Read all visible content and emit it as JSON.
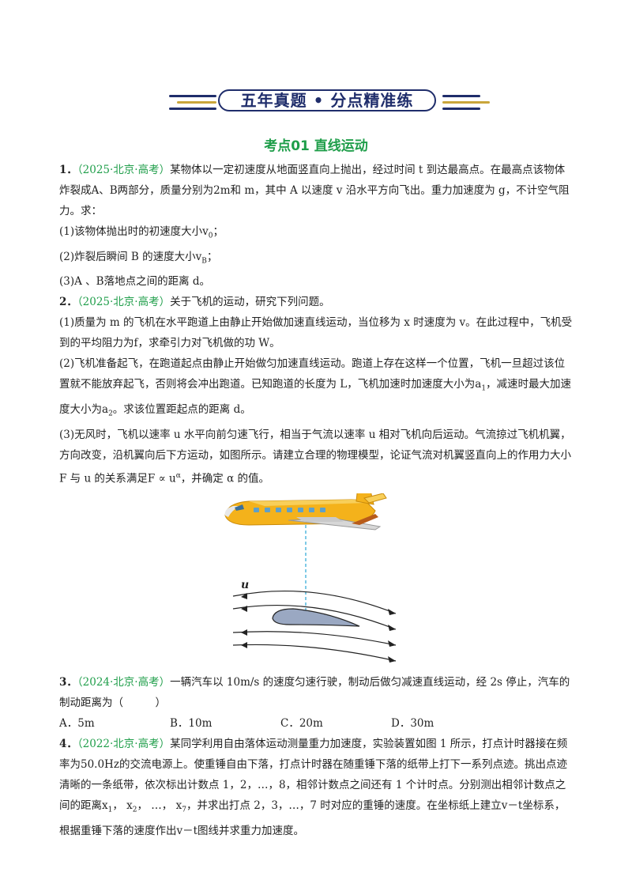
{
  "banner": {
    "title": "五年真题 • 分点精准练"
  },
  "section": {
    "title": "考点01  直线运动"
  },
  "q1": {
    "num": "1．",
    "source": "（2025·北京·高考）",
    "stem": "某物体以一定初速度从地面竖直向上抛出，经过时间 t 到达最高点。在最高点该物体炸裂成A、B两部分，质量分别为2m和 m，其中 A 以速度 v 沿水平方向飞出。重力加速度为 g，不计空气阻力。求：",
    "s1": "(1)该物体抛出时的初速度大小v",
    "s1sub": "0",
    "s1end": "；",
    "s2": "(2)炸裂后瞬间 B 的速度大小v",
    "s2sub": "B",
    "s2end": "；",
    "s3": "(3)A 、B落地点之间的距离 d。"
  },
  "q2": {
    "num": "2．",
    "source": "（2025·北京·高考）",
    "stem": "关于飞机的运动，研究下列问题。",
    "s1": "(1)质量为 m 的飞机在水平跑道上由静止开始做加速直线运动，当位移为 x 时速度为 v。在此过程中，飞机受到的平均阻力为f，求牵引力对飞机做的功 W。",
    "s2a": "(2)飞机准备起飞，在跑道起点由静止开始做匀加速直线运动。跑道上存在这样一个位置，飞机一旦超过该位置就不能放弃起飞，否则将会冲出跑道。已知跑道的长度为 L，飞机加速时加速度大小为a",
    "s2sub1": "1",
    "s2b": "，减速时最大加速度大小为a",
    "s2sub2": "2",
    "s2c": "。求该位置距起点的距离 d。",
    "s3a": "(3)无风时，飞机以速率 u 水平向前匀速飞行，相当于气流以速率 u 相对飞机向后运动。气流掠过飞机机翼，方向改变，沿机翼向后下方运动，如图所示。请建立合理的物理模型，论证气流对机翼竖直向上的作用力大小 F 与 u 的关系满足F ∝ u",
    "s3sup": "α",
    "s3b": "，并确定 α 的值。",
    "figure_label": "u"
  },
  "q3": {
    "num": "3．",
    "source": "（2024·北京·高考）",
    "stem": "一辆汽车以 10m/s 的速度匀速行驶，制动后做匀减速直线运动，经 2s 停止，汽车的制动距离为（　　　）",
    "options": [
      "A．5m",
      "B．10m",
      "C．20m",
      "D．30m"
    ]
  },
  "q4": {
    "num": "4．",
    "source": "（2022·北京·高考）",
    "stem_a": "某同学利用自由落体运动测量重力加速度，实验装置如图 1 所示，打点计时器接在频率为50.0Hz的交流电源上。使重锤自由下落，打点计时器在随重锤下落的纸带上打下一系列点迹。挑出点迹清晰的一条纸带，依次标出计数点 1，2，…，8，相邻计数点之间还有 1 个计时点。分别测出相邻计数点之间的距离x",
    "sub1": "1",
    "mid1": "， x",
    "sub2": "2",
    "mid2": "， …， x",
    "sub7": "7",
    "stem_b": "，并求出打点 2，3，…，7 时对应的重锤的速度。在坐标纸上建立v－t坐标系，根据重锤下落的速度作出v－t图线并求重力加速度。"
  }
}
